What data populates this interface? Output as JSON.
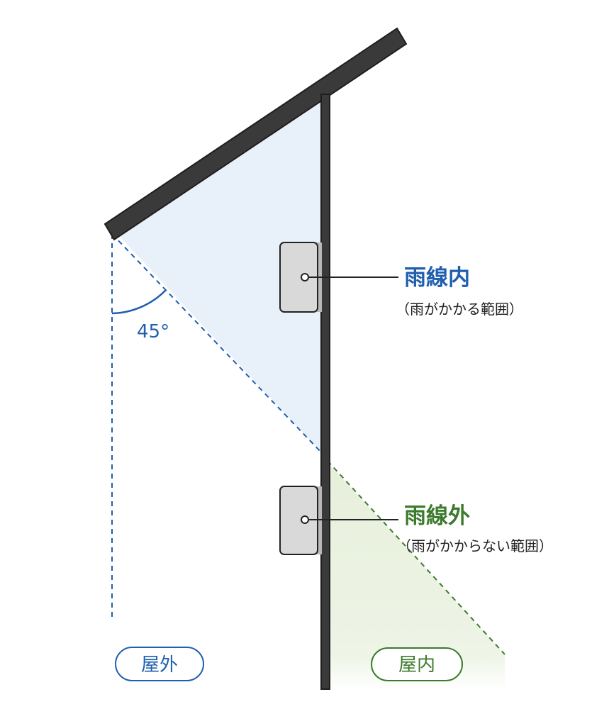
{
  "angle_label": "45°",
  "in_rain_line": {
    "title": "雨線内",
    "subtitle": "（雨がかかる範囲）"
  },
  "out_rain_line": {
    "title": "雨線外",
    "subtitle": "（雨がかからない範囲）"
  },
  "outdoor_label": "屋外",
  "indoor_label": "屋内",
  "colors": {
    "blue": "#1f5fae",
    "green": "#3d7a2e",
    "dark": "#3a3a3a",
    "blue_fill": "#e8f0fa",
    "green_fill": "#eaf1e0",
    "box_fill": "#d9d9d9"
  }
}
